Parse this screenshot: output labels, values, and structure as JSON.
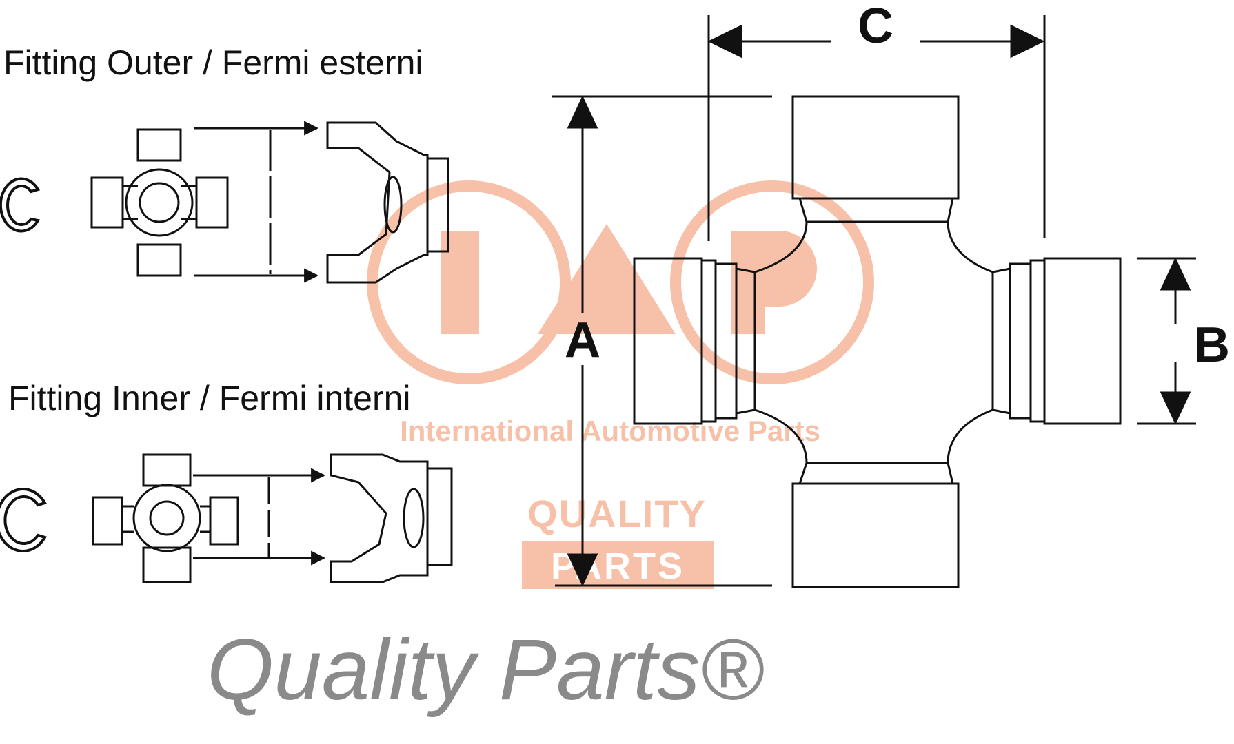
{
  "labels": {
    "outer_heading": "Fitting Outer / Fermi esterni",
    "inner_heading": "Fitting Inner / Fermi interni",
    "outer_clip_letter": "C",
    "inner_clip_letter": "C",
    "dim_a": "A",
    "dim_b": "B",
    "dim_c": "C",
    "footer": "Quality Parts®"
  },
  "watermark": {
    "logo_letters": "IAP",
    "tagline": "International Automotive Parts",
    "badge_line1": "QUALITY",
    "badge_line2": "PARTS",
    "color": "#f4ad8b"
  },
  "colors": {
    "ink": "#111111",
    "footer_text": "#8a8a8a"
  }
}
